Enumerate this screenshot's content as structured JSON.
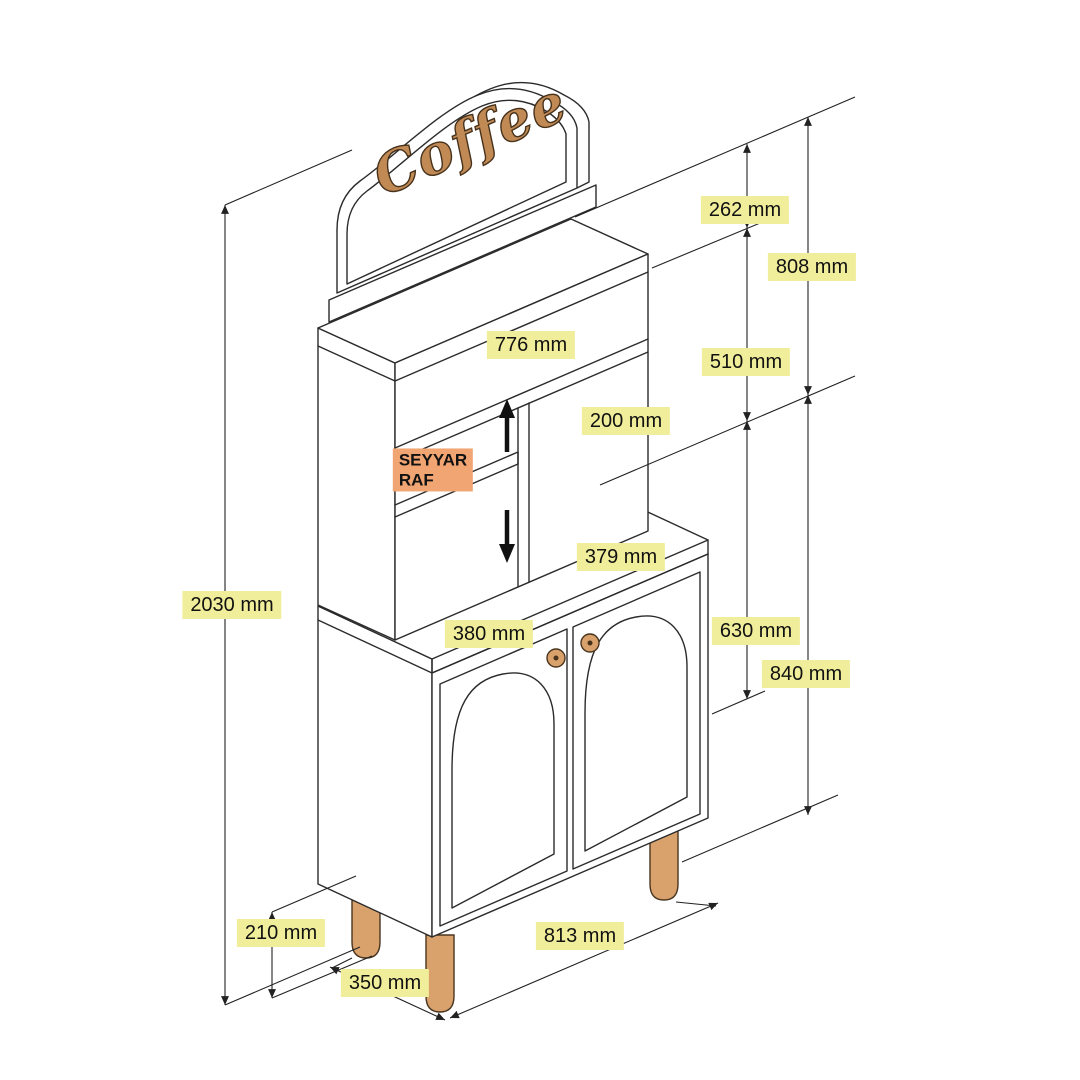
{
  "sign": {
    "text": "Coffee"
  },
  "movable_shelf_tag": {
    "line1": "SEYYAR",
    "line2": "RAF"
  },
  "dimension_labels": {
    "d2030": "2030 mm",
    "d262": "262 mm",
    "d808": "808 mm",
    "d776": "776 mm",
    "d510": "510 mm",
    "d200": "200 mm",
    "d379": "379 mm",
    "d630": "630 mm",
    "d380": "380 mm",
    "d840": "840 mm",
    "d210": "210 mm",
    "d813": "813 mm",
    "d350": "350 mm"
  },
  "colors": {
    "line": "#2b2b2b",
    "dimension_highlight": "#f1ee9b",
    "shelf_tag_highlight": "#f0a573",
    "wood_accent": "#d9a26c",
    "sign_text_fill": "#c18a55",
    "background": "#ffffff"
  }
}
